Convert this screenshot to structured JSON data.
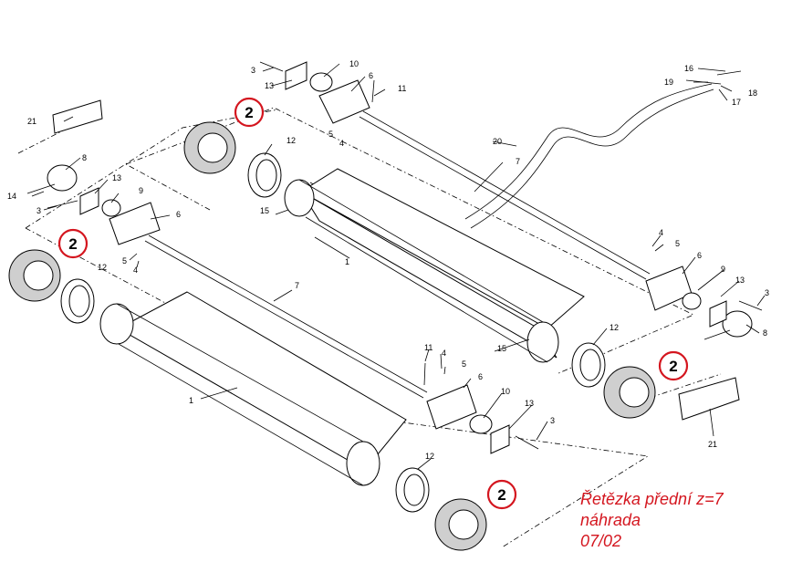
{
  "diagram": {
    "callouts": [
      {
        "id": "c1",
        "text": "2"
      },
      {
        "id": "c2",
        "text": "2"
      },
      {
        "id": "c3",
        "text": "2"
      },
      {
        "id": "c4",
        "text": "2"
      }
    ],
    "labels": {
      "l3a": "3",
      "l13a": "13",
      "l10a": "10",
      "l6a": "6",
      "l11a": "11",
      "l5a": "5",
      "l4a": "4",
      "l21a": "21",
      "l12a": "12",
      "l8a": "8",
      "l14": "14",
      "l13b": "13",
      "l9a": "9",
      "l3b": "3",
      "l6b": "6",
      "l5b": "5",
      "l4b": "4",
      "l15a": "15",
      "l1a": "1",
      "l20": "20",
      "l7a": "7",
      "l16": "16",
      "l19": "19",
      "l18": "18",
      "l17": "17",
      "l12b": "12",
      "l7b": "7",
      "l1b": "1",
      "l11b": "11",
      "l4c": "4",
      "l5c": "5",
      "l6c": "6",
      "l10b": "10",
      "l13c": "13",
      "l3c": "3",
      "l12c": "12",
      "l15b": "15",
      "l12d": "12",
      "l4d": "4",
      "l5d": "5",
      "l6d": "6",
      "l9b": "9",
      "l13d": "13",
      "l3d": "3",
      "l8b": "8",
      "l21b": "21"
    }
  },
  "note": {
    "line1": "Řetězka přední z=7",
    "line2": "náhrada",
    "line3": "07/02"
  },
  "colors": {
    "callout": "#d4161f",
    "note": "#d4161f"
  }
}
